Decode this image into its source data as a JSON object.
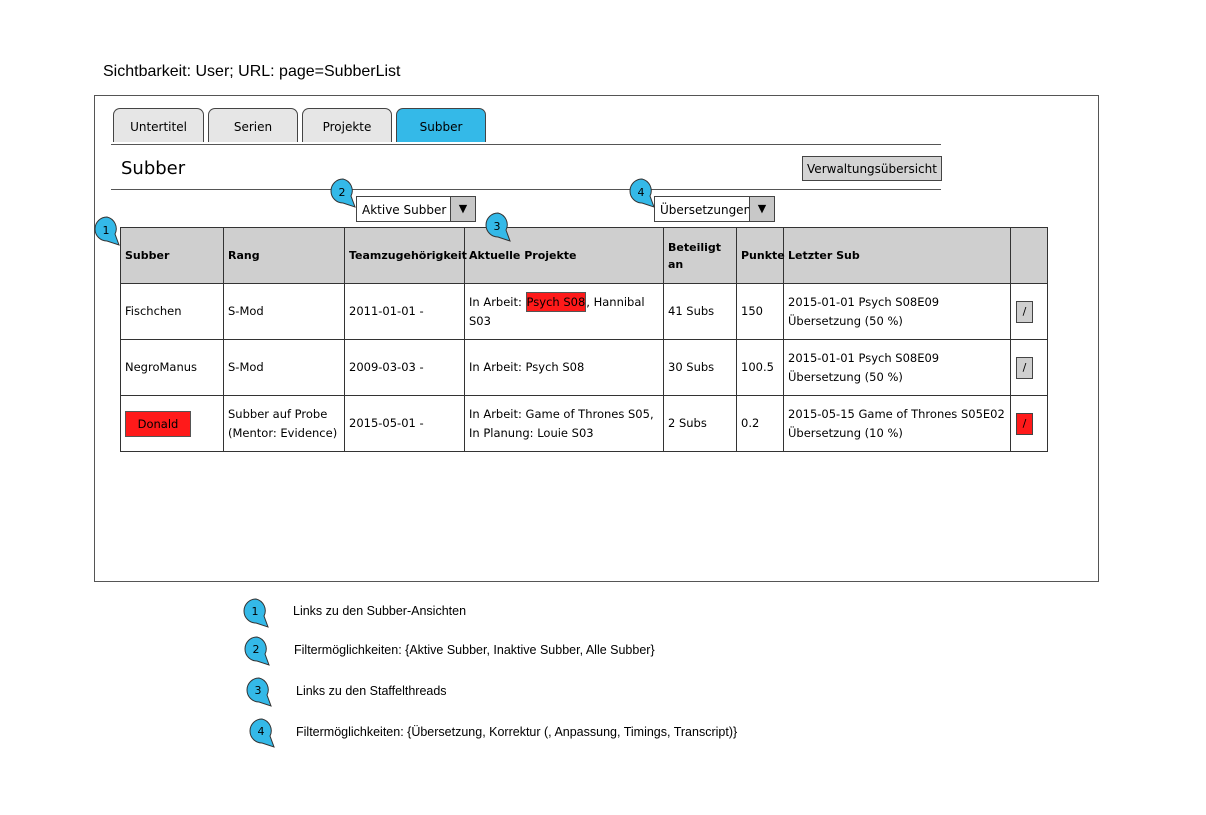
{
  "page": {
    "heading": "Sichtbarkeit: User; URL: page=SubberList"
  },
  "tabs": [
    {
      "label": "Untertitel",
      "active": false
    },
    {
      "label": "Serien",
      "active": false
    },
    {
      "label": "Projekte",
      "active": false
    },
    {
      "label": "Subber",
      "active": true
    }
  ],
  "section": {
    "title": "Subber",
    "manage_button": "Verwaltungsübersicht"
  },
  "filters": {
    "status": {
      "value": "Aktive Subber",
      "arrow": "▼"
    },
    "task": {
      "value": "Übersetzungen",
      "arrow": "▼"
    }
  },
  "table": {
    "headers": [
      "Subber",
      "Rang",
      "Teamzugehörigkeit",
      "Aktuelle Projekte",
      "Beteiligt an",
      "Punkte",
      "Letzter Sub",
      ""
    ],
    "rows": [
      {
        "subber": "Fischchen",
        "rank": "S-Mod",
        "team": "2011-01-01 -",
        "projects_prefix": "In Arbeit: ",
        "projects_highlight": "Psych S08",
        "projects_suffix": ", Hannibal S03",
        "involved": "41 Subs",
        "points": "150",
        "last_sub_line1": "2015-01-01 Psych S08E09",
        "last_sub_line2": "Übersetzung (50 %)",
        "edit": "/"
      },
      {
        "subber": "NegroManus",
        "rank": "S-Mod",
        "team": "2009-03-03 -",
        "projects": "In Arbeit: Psych S08",
        "involved": "30 Subs",
        "points": "100.5",
        "last_sub_line1": "2015-01-01 Psych S08E09",
        "last_sub_line2": "Übersetzung (50 %)",
        "edit": "/"
      },
      {
        "subber": "Donald",
        "rank_line1": "Subber auf Probe",
        "rank_line2": "(Mentor: Evidence)",
        "team": "2015-05-01 -",
        "projects_line1": "In Arbeit: Game of Thrones S05,",
        "projects_line2": "In Planung: Louie S03",
        "involved": "2 Subs",
        "points": "0.2",
        "last_sub_line1": "2015-05-15 Game of Thrones S05E02",
        "last_sub_line2": "Übersetzung (10 %)",
        "edit": "/"
      }
    ]
  },
  "callouts": [
    "1",
    "2",
    "3",
    "4"
  ],
  "legend": [
    {
      "number": "1",
      "text": "Links zu den Subber-Ansichten"
    },
    {
      "number": "2",
      "text": "Filtermöglichkeiten: {Aktive Subber, Inaktive Subber, Alle Subber}"
    },
    {
      "number": "3",
      "text": "Links zu den Staffelthreads"
    },
    {
      "number": "4",
      "text": "Filtermöglichkeiten: {Übersetzung, Korrektur (, Anpassung, Timings, Transcript)}"
    }
  ],
  "colors": {
    "accent": "#34b9e8",
    "highlight": "#ff1a1a",
    "header_bg": "#cfcfcf"
  }
}
